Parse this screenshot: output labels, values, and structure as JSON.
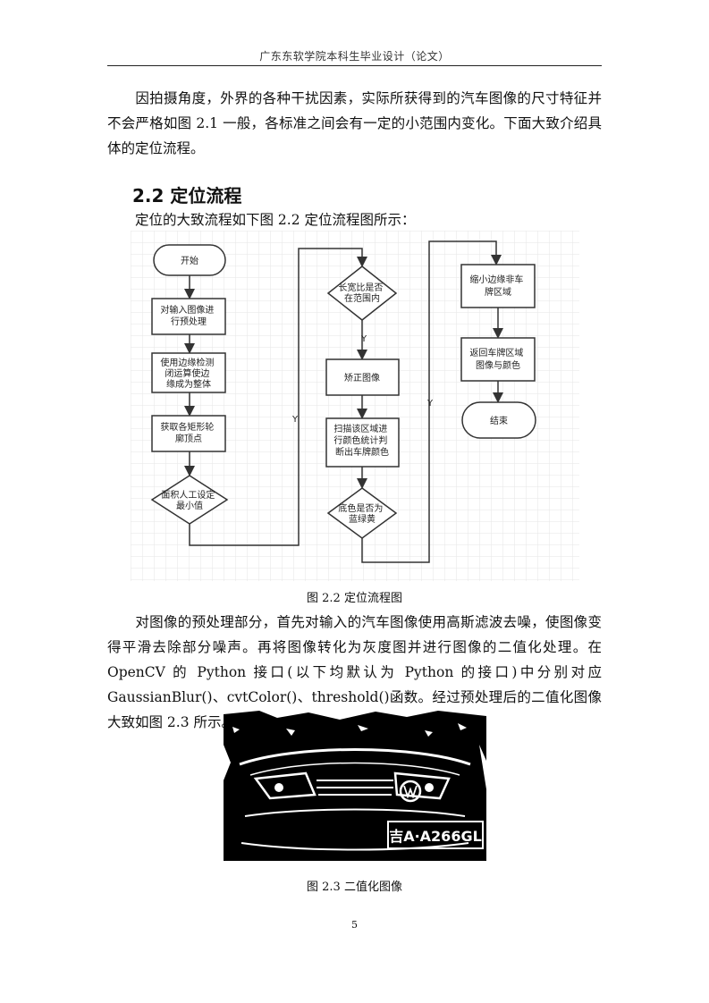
{
  "header": {
    "title": "广东东软学院本科生毕业设计（论文）"
  },
  "intro_paragraph": "因拍摄角度，外界的各种干扰因素，实际所获得到的汽车图像的尺寸特征并不会严格如图 2.1 一般，各标准之间会有一定的小范围内变化。下面大致介绍具体的定位流程。",
  "section": {
    "title": "2.2 定位流程"
  },
  "flow_intro": "定位的大致流程如下图 2.2 定位流程图所示：",
  "flowchart": {
    "start": "开始",
    "step1": [
      "对输入图像进",
      "行预处理"
    ],
    "step2": [
      "使用边缘检测",
      "闭运算使边",
      "缘成为整体"
    ],
    "step3": [
      "获取各矩形轮",
      "廓顶点"
    ],
    "decision1": [
      "面积人工设定",
      "最小值"
    ],
    "decision2": [
      "长宽比是否",
      "在范围内"
    ],
    "step4": "矫正图像",
    "step5": [
      "扫描该区域进",
      "行颜色统计判",
      "断出车牌颜色"
    ],
    "decision3": [
      "底色是否为",
      "蓝绿黄"
    ],
    "step6": [
      "缩小边缘非车",
      "牌区域"
    ],
    "step7": [
      "返回车牌区域",
      "图像与颜色"
    ],
    "end": "结束",
    "yes_label": "Y"
  },
  "figure1_caption": "图 2.2  定位流程图",
  "preprocess_paragraph": "对图像的预处理部分，首先对输入的汽车图像使用高斯滤波去噪，使图像变得平滑去除部分噪声。再将图像转化为灰度图并进行图像的二值化处理。在 OpenCV 的 Python 接口(以下均默认为 Python 的接口)中分别对应 GaussianBlur()、cvtColor()、threshold()函数。经过预处理后的二值化图像大致如图 2.3 所示。",
  "plate_text": "吉A·A266GL",
  "figure2_caption": "图 2.3  二值化图像",
  "page_number": "5"
}
